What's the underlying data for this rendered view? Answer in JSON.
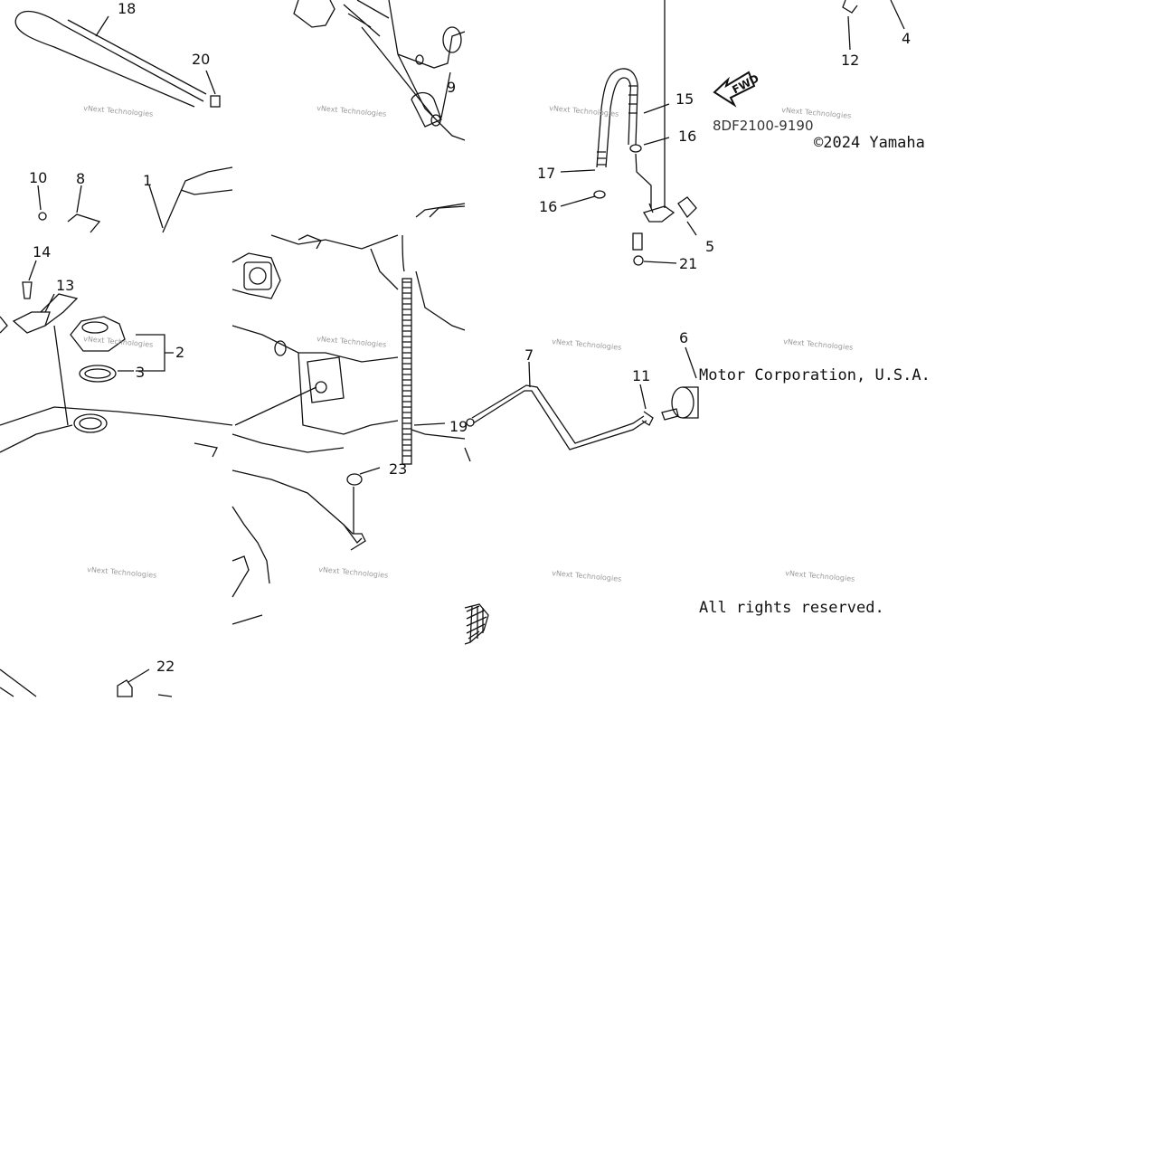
{
  "diagram": {
    "part_numbers": [
      "18",
      "20",
      "9",
      "15",
      "16",
      "17",
      "16",
      "12",
      "4",
      "10",
      "8",
      "1",
      "14",
      "13",
      "2",
      "3",
      "21",
      "5",
      "7",
      "11",
      "6",
      "19",
      "23",
      "22"
    ],
    "reference_code": "8DF2100-9190",
    "copyright": {
      "line1": "©2024 Yamaha",
      "line2": "Motor Corporation, U.S.A.",
      "line3": "All rights reserved."
    },
    "fwd_label": "FWD",
    "watermark": "vNext Technologies"
  }
}
